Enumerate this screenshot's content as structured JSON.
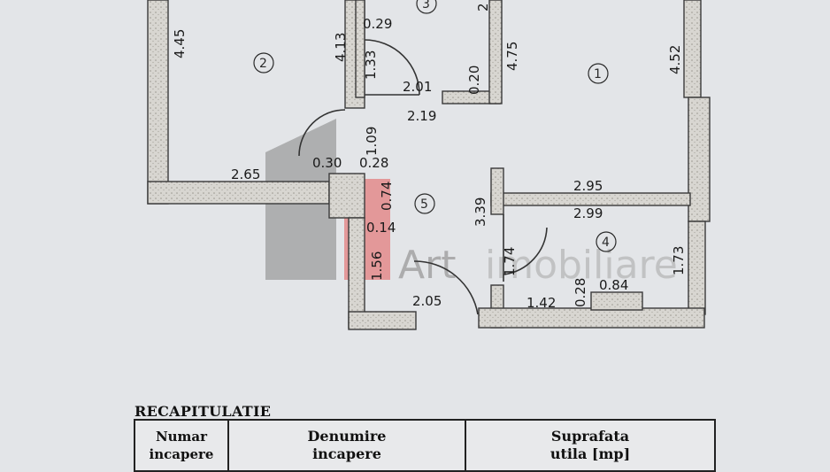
{
  "plan": {
    "dimensions": [
      "4.45",
      "4.13",
      "0.29",
      "1.33",
      "2",
      "2.01",
      "0.20",
      "4.75",
      "4.52",
      "2.19",
      "1.09",
      "0.30",
      "0.28",
      "2.65",
      "0.74",
      "0.14",
      "1.56",
      "3.39",
      "2.95",
      "2.99",
      "1.74",
      "1.73",
      "0.28",
      "0.84",
      "1.42",
      "2.05"
    ],
    "rooms": [
      "1",
      "2",
      "3",
      "4",
      "5"
    ]
  },
  "watermark": {
    "brand": "Art",
    "suffix": "imobiliare"
  },
  "recap": {
    "title": "RECAPITULATIE",
    "col1": [
      "Numar",
      "incapere"
    ],
    "col2": [
      "Denumire",
      "incapere"
    ],
    "col3": [
      "Suprafata",
      "utila [mp]"
    ]
  },
  "colors": {
    "wall_fill": "#d6d4cf",
    "wall_line": "#3a3a3a",
    "accent_red": "#e23a3a"
  }
}
